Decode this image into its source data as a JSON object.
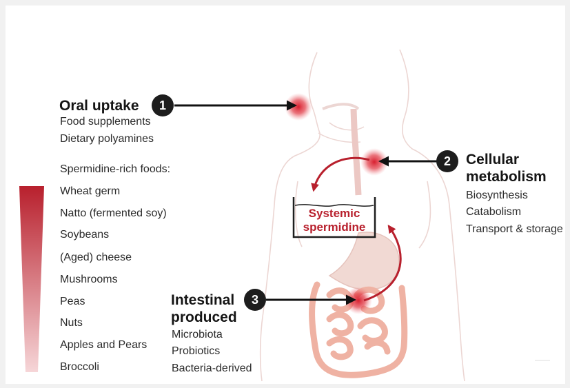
{
  "oral": {
    "number": "1",
    "title": "Oral uptake",
    "lines": [
      "Food supplements",
      "Dietary polyamines"
    ],
    "foods_heading": "Spermidine-rich foods:",
    "foods": [
      "Wheat germ",
      "Natto (fermented soy)",
      "Soybeans",
      "(Aged) cheese",
      "Mushrooms",
      "Peas",
      "Nuts",
      "Apples and Pears",
      "Broccoli"
    ]
  },
  "cellular": {
    "number": "2",
    "title_line1": "Cellular",
    "title_line2": "metabolism",
    "lines": [
      "Biosynthesis",
      "Catabolism",
      "Transport & storage"
    ]
  },
  "intestinal": {
    "number": "3",
    "title_line1": "Intestinal",
    "title_line2": "produced",
    "lines": [
      "Microbiota",
      "Probiotics",
      "Bacteria-derived"
    ]
  },
  "center": {
    "line1": "Systemic",
    "line2": "spermidine"
  },
  "colors": {
    "accent_red": "#b8202d",
    "badge": "#1d1d1d",
    "body_outline": "#ecd6d3",
    "intestine": "#efb2a3"
  }
}
